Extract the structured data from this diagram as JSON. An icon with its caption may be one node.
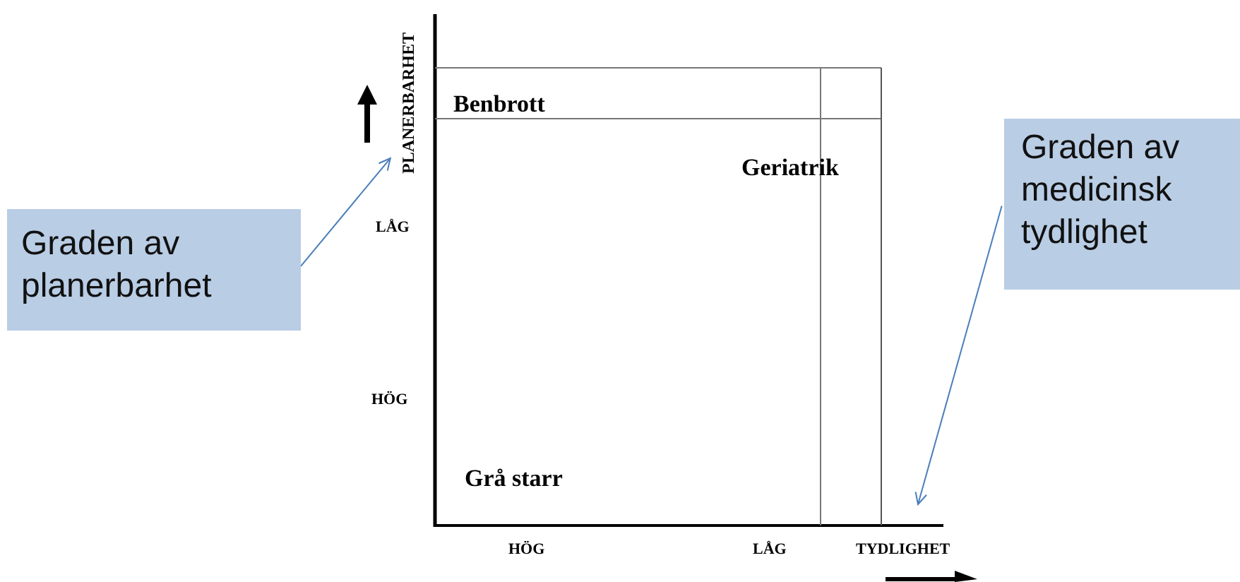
{
  "diagram": {
    "nodes": [
      {
        "text": [
          "Graden av planerbarhet"
        ]
      },
      {
        "text": [
          "Graden av medicinsk tydlighet"
        ]
      },
      {
        "text": [
          "PLANERBARHET"
        ]
      }
    ],
    "edges": [
      {
        "from": 0,
        "to": 2,
        "arrow": "to",
        "color": "#4a7ebb"
      },
      {
        "from": 1,
        "to": null,
        "arrow": "to",
        "color": "#4a7ebb"
      }
    ],
    "labels": [
      "Benbrott",
      "Geriatrik",
      "LÅG",
      "HÖG",
      "Grå starr",
      "HÖG",
      "LÅG",
      "TYDLIGHET"
    ]
  }
}
